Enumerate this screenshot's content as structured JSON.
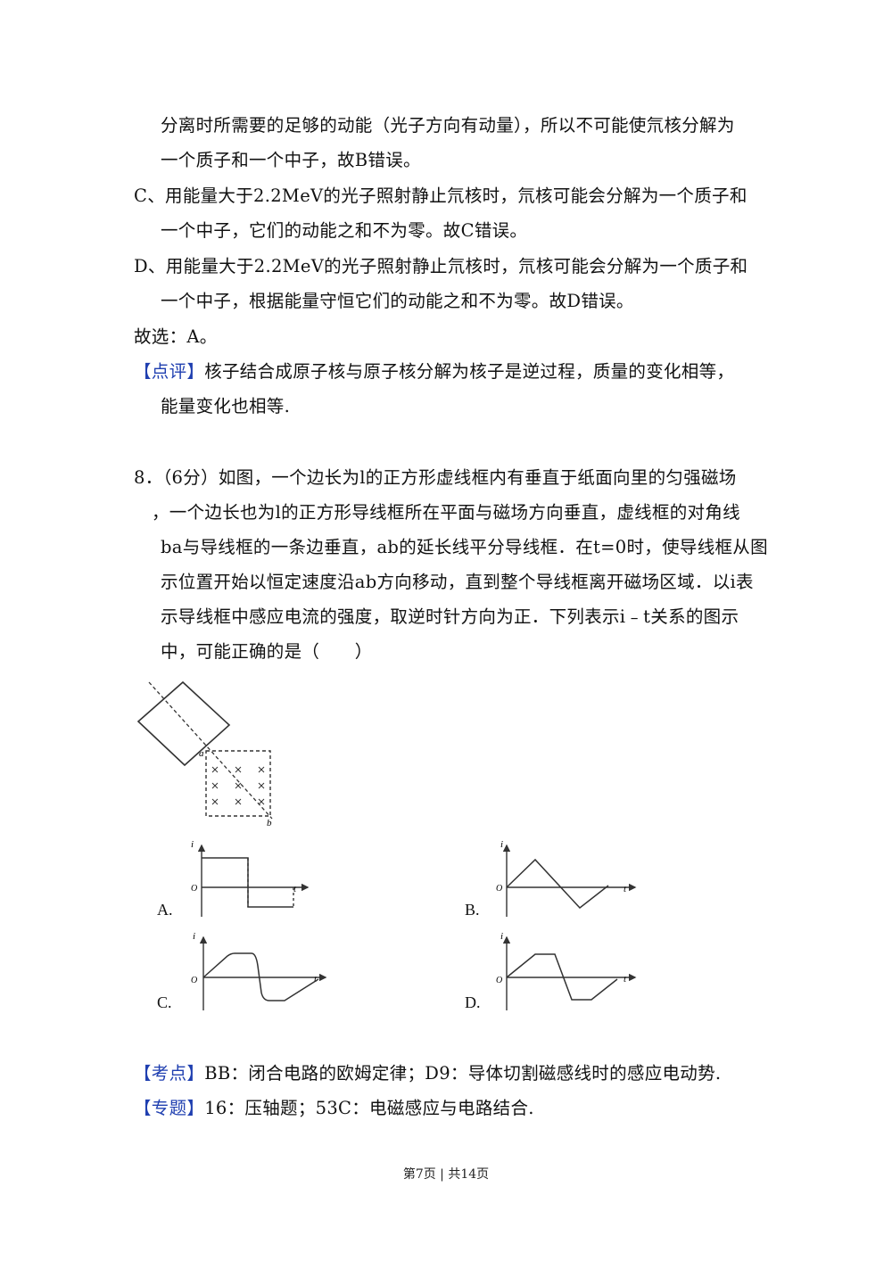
{
  "lines_top": [
    "分离时所需要的足够的动能（光子方向有动量），所以不可能使氘核分解为",
    "一个质子和一个中子，故B错误。",
    "C、用能量大于2.2MeV的光子照射静止氘核时，氘核可能会分解为一个质子和",
    "一个中子，它们的动能之和不为零。故C错误。",
    "D、用能量大于2.2MeV的光子照射静止氘核时，氘核可能会分解为一个质子和",
    "一个中子，根据能量守恒它们的动能之和不为零。故D错误。",
    "故选：A。"
  ],
  "comment": {
    "tag": "【点评】",
    "line1": "核子结合成原子核与原子核分解为核子是逆过程，质量的变化相等，",
    "line2": "能量变化也相等."
  },
  "question": {
    "lines": [
      "8．（6分）如图，一个边长为l的正方形虚线框内有垂直于纸面向里的匀强磁场",
      "，一个边长也为l的正方形导线框所在平面与磁场方向垂直，虚线框的对角线",
      "ba与导线框的一条边垂直，ab的延长线平分导线框．在t=0时，使导线框从图",
      "示位置开始以恒定速度沿ab方向移动，直到整个导线框离开磁场区域．以i表",
      "示导线框中感应电流的强度，取逆时针方向为正．下列表示i﹣t关系的图示",
      "中，可能正确的是（　　）"
    ]
  },
  "figure": {
    "label_a": "a",
    "label_b": "b"
  },
  "graphs": {
    "axis_i": "i",
    "axis_t": "t",
    "origin": "O",
    "options": [
      "A.",
      "B.",
      "C.",
      "D."
    ]
  },
  "kaodian": {
    "tag": "【考点】",
    "text": "BB：闭合电路的欧姆定律；D9：导体切割磁感线时的感应电动势."
  },
  "zhuanti": {
    "tag": "【专题】",
    "text": "16：压轴题；53C：电磁感应与电路结合."
  },
  "footer": "第7页 | 共14页"
}
